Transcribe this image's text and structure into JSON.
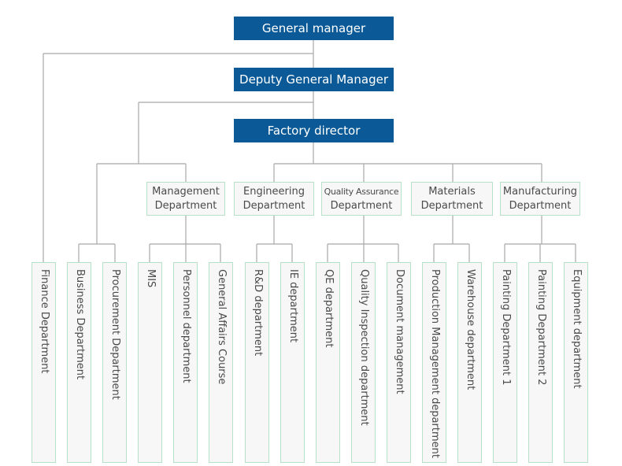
{
  "top": {
    "general_manager": "General manager",
    "deputy_general_manager": "Deputy General Manager",
    "factory_director": "Factory director"
  },
  "departments": {
    "management": [
      "Management",
      "Department"
    ],
    "engineering": [
      "Engineering",
      "Department"
    ],
    "quality": [
      "Quality Assurance",
      "Department"
    ],
    "materials": [
      "Materials",
      "Department"
    ],
    "manufacturing": [
      "Manufacturing",
      "Department"
    ]
  },
  "units": [
    "Finance Department",
    "Business Department",
    "Procurement Department",
    "MIS",
    "Personnel department",
    "General Affairs Course",
    "R&D department",
    "IE department",
    "QE department",
    "Quality Inspection department",
    "Document management",
    "Production Management department",
    "Warehouse department",
    "Painting Department 1",
    "Painting Department 2",
    "Equipment department"
  ],
  "colors": {
    "header_fill": "#0b5a97",
    "box_border": "#b7e0c9",
    "connector": "#a8a8a8"
  }
}
